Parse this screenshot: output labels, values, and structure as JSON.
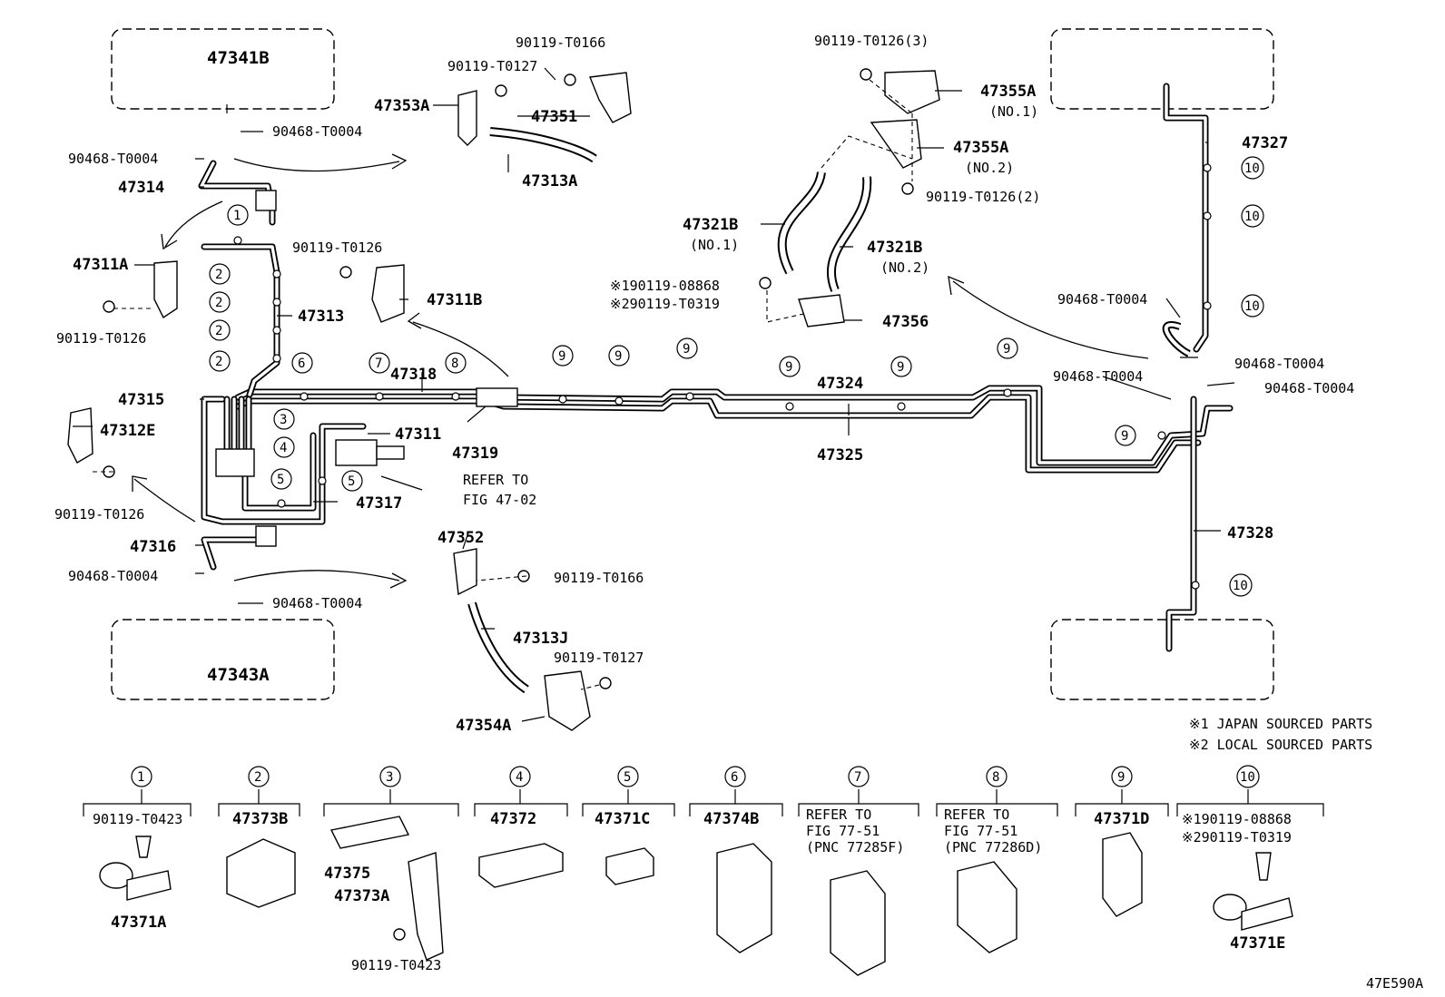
{
  "diagram_code": "47E590A",
  "footnotes": [
    "※1 JAPAN SOURCED PARTS",
    "※2 LOCAL SOURCED PARTS"
  ],
  "labels": {
    "p47341B": "47341B",
    "p47343A": "47343A",
    "p90468_1": "90468-T0004",
    "p90468_2": "90468-T0004",
    "p90468_3": "90468-T0004",
    "p90468_4": "90468-T0004",
    "p90468_5": "90468-T0004",
    "p90468_6": "90468-T0004",
    "p90468_7": "90468-T0004",
    "p90468_8": "90468-T0004",
    "p47314": "47314",
    "p47311A": "47311A",
    "p90119_T0126_a": "90119-T0126",
    "p90119_T0126_b": "90119-T0126",
    "p90119_T0126_c": "90119-T0126",
    "p47313": "47313",
    "p47315": "47315",
    "p47312E": "47312E",
    "p47316": "47316",
    "p47353A": "47353A",
    "p90119_T0127_a": "90119-T0127",
    "p90119_T0127_b": "90119-T0127",
    "p90119_T0166_a": "90119-T0166",
    "p90119_T0166_b": "90119-T0166",
    "p47351": "47351",
    "p47313A": "47313A",
    "p47311B": "47311B",
    "p47318": "47318",
    "p47319": "47319",
    "p47311": "47311",
    "p47317": "47317",
    "refer_fig": "REFER TO",
    "refer_fig2": "FIG 47-02",
    "p47352": "47352",
    "p47313J": "47313J",
    "p47354A": "47354A",
    "p90119_T0126_3": "90119-T0126(3)",
    "p90119_T0126_2": "90119-T0126(2)",
    "p47355A_1": "47355A",
    "no1_a": "(NO.1)",
    "p47355A_2": "47355A",
    "no2_a": "(NO.2)",
    "p47321B_1": "47321B",
    "no1_b": "(NO.1)",
    "p47321B_2": "47321B",
    "no2_b": "(NO.2)",
    "p08868": "※190119-08868",
    "pT0319": "※290119-T0319",
    "p47356": "47356",
    "p47324": "47324",
    "p47325": "47325",
    "p47327": "47327",
    "p47328": "47328"
  },
  "clamp_markers": [
    "1",
    "2",
    "2",
    "2",
    "2",
    "6",
    "7",
    "8",
    "9",
    "9",
    "9",
    "9",
    "9",
    "9",
    "9",
    "3",
    "4",
    "5",
    "5",
    "10",
    "10",
    "10",
    "10"
  ],
  "legend": [
    {
      "num": "1",
      "parts": [
        "90119-T0423",
        "47371A"
      ]
    },
    {
      "num": "2",
      "parts": [
        "47373B"
      ]
    },
    {
      "num": "3",
      "parts": [
        "47375",
        "47373A",
        "90119-T0423"
      ]
    },
    {
      "num": "4",
      "parts": [
        "47372"
      ]
    },
    {
      "num": "5",
      "parts": [
        "47371C"
      ]
    },
    {
      "num": "6",
      "parts": [
        "47374B"
      ]
    },
    {
      "num": "7",
      "parts": [
        "REFER TO",
        "FIG 77-51",
        "(PNC 77285F)"
      ]
    },
    {
      "num": "8",
      "parts": [
        "REFER TO",
        "FIG 77-51",
        "(PNC 77286D)"
      ]
    },
    {
      "num": "9",
      "parts": [
        "47371D"
      ]
    },
    {
      "num": "10",
      "parts": [
        "※190119-08868",
        "※290119-T0319",
        "47371E"
      ]
    }
  ]
}
